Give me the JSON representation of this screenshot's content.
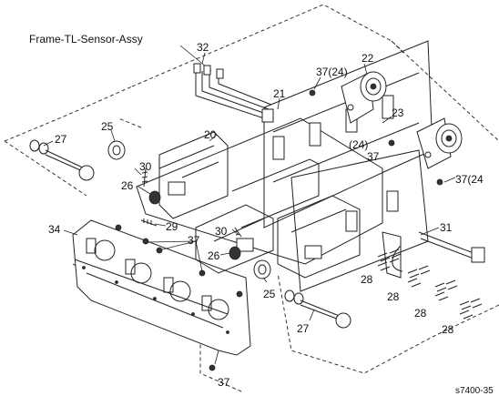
{
  "diagram": {
    "assembly_label": "Frame-TL-Sensor-Assy",
    "figure_id": "s7400-35",
    "callouts": {
      "p32": "32",
      "p22": "22",
      "p37_24_top": "37(24)",
      "p21": "21",
      "p23": "23",
      "p24_37": "(24)",
      "p37_mid": "37",
      "p37_24_right": "37(24",
      "p20": "20",
      "p27_left": "27",
      "p25_left": "25",
      "p30_top": "30",
      "p26_top": "26",
      "p29": "29",
      "p34": "34",
      "p37_left": "37",
      "p30_mid": "30",
      "p26_mid": "26",
      "p31": "31",
      "p28_a": "28",
      "p28_b": "28",
      "p28_c": "28",
      "p28_d": "28",
      "p25_bottom": "25",
      "p27_bottom": "27",
      "p37_bottom": "37"
    }
  }
}
